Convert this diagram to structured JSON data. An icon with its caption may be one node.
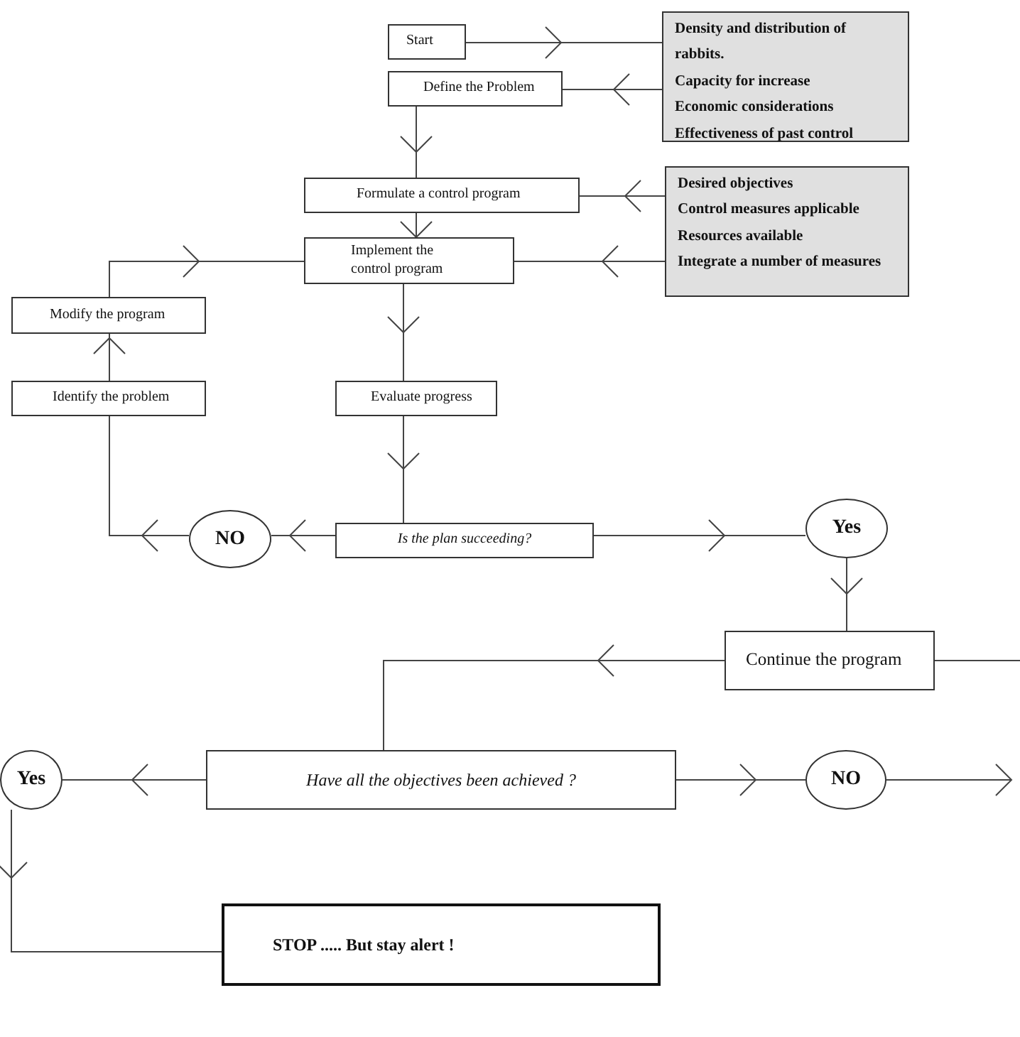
{
  "diagram": {
    "nodes": [
      {
        "text": [
          "Start"
        ]
      },
      {
        "text": [
          "Define the Problem"
        ]
      },
      {
        "text": [
          "Density and distribution of rabbits.",
          "Capacity for increase",
          "Economic considerations",
          "Effectiveness of past control"
        ]
      },
      {
        "text": [
          "Formulate a control program"
        ]
      },
      {
        "text": [
          "Desired objectives",
          "Control measures applicable",
          "Resources available",
          "Integrate a number of measures"
        ]
      },
      {
        "text": [
          "Implement the control program"
        ]
      },
      {
        "text": [
          "Modify the program"
        ]
      },
      {
        "text": [
          "Identify the problem"
        ]
      },
      {
        "text": [
          "Evaluate progress"
        ]
      },
      {
        "text": [
          "NO"
        ]
      },
      {
        "text": [
          "Is the plan succeeding?"
        ]
      },
      {
        "text": [
          "Yes"
        ]
      },
      {
        "text": [
          "Continue the program"
        ]
      },
      {
        "text": [
          "Yes"
        ]
      },
      {
        "text": [
          "Have all the objectives been achieved ?"
        ]
      },
      {
        "text": [
          "NO"
        ]
      },
      {
        "text": [
          "STOP ..... But stay alert !"
        ]
      }
    ],
    "edges": [
      {
        "from": 0,
        "to": 2,
        "arrow": "to"
      },
      {
        "from": 2,
        "to": 1,
        "arrow": "to"
      },
      {
        "from": 1,
        "to": 3,
        "arrow": "to"
      },
      {
        "from": 4,
        "to": 3,
        "arrow": "to"
      },
      {
        "from": 3,
        "to": 5,
        "arrow": "to"
      },
      {
        "from": 4,
        "to": 5,
        "arrow": "to"
      },
      {
        "from": 6,
        "to": 5,
        "arrow": "to"
      },
      {
        "from": 7,
        "to": 6,
        "arrow": "to"
      },
      {
        "from": 5,
        "to": 8,
        "arrow": "to"
      },
      {
        "from": 8,
        "to": 10,
        "arrow": "to"
      },
      {
        "from": 10,
        "to": 9,
        "arrow": "to"
      },
      {
        "from": 9,
        "to": 7,
        "arrow": "to"
      },
      {
        "from": 10,
        "to": 11,
        "arrow": "to"
      },
      {
        "from": 11,
        "to": 12,
        "arrow": "to"
      },
      {
        "from": 12,
        "to": 14,
        "arrow": "to"
      },
      {
        "from": 12,
        "to": null,
        "arrow": "none"
      },
      {
        "from": 14,
        "to": 13,
        "arrow": "to"
      },
      {
        "from": 14,
        "to": 15,
        "arrow": "to"
      },
      {
        "from": 15,
        "to": null,
        "arrow": "to"
      },
      {
        "from": 13,
        "to": 16,
        "arrow": "to"
      }
    ]
  }
}
